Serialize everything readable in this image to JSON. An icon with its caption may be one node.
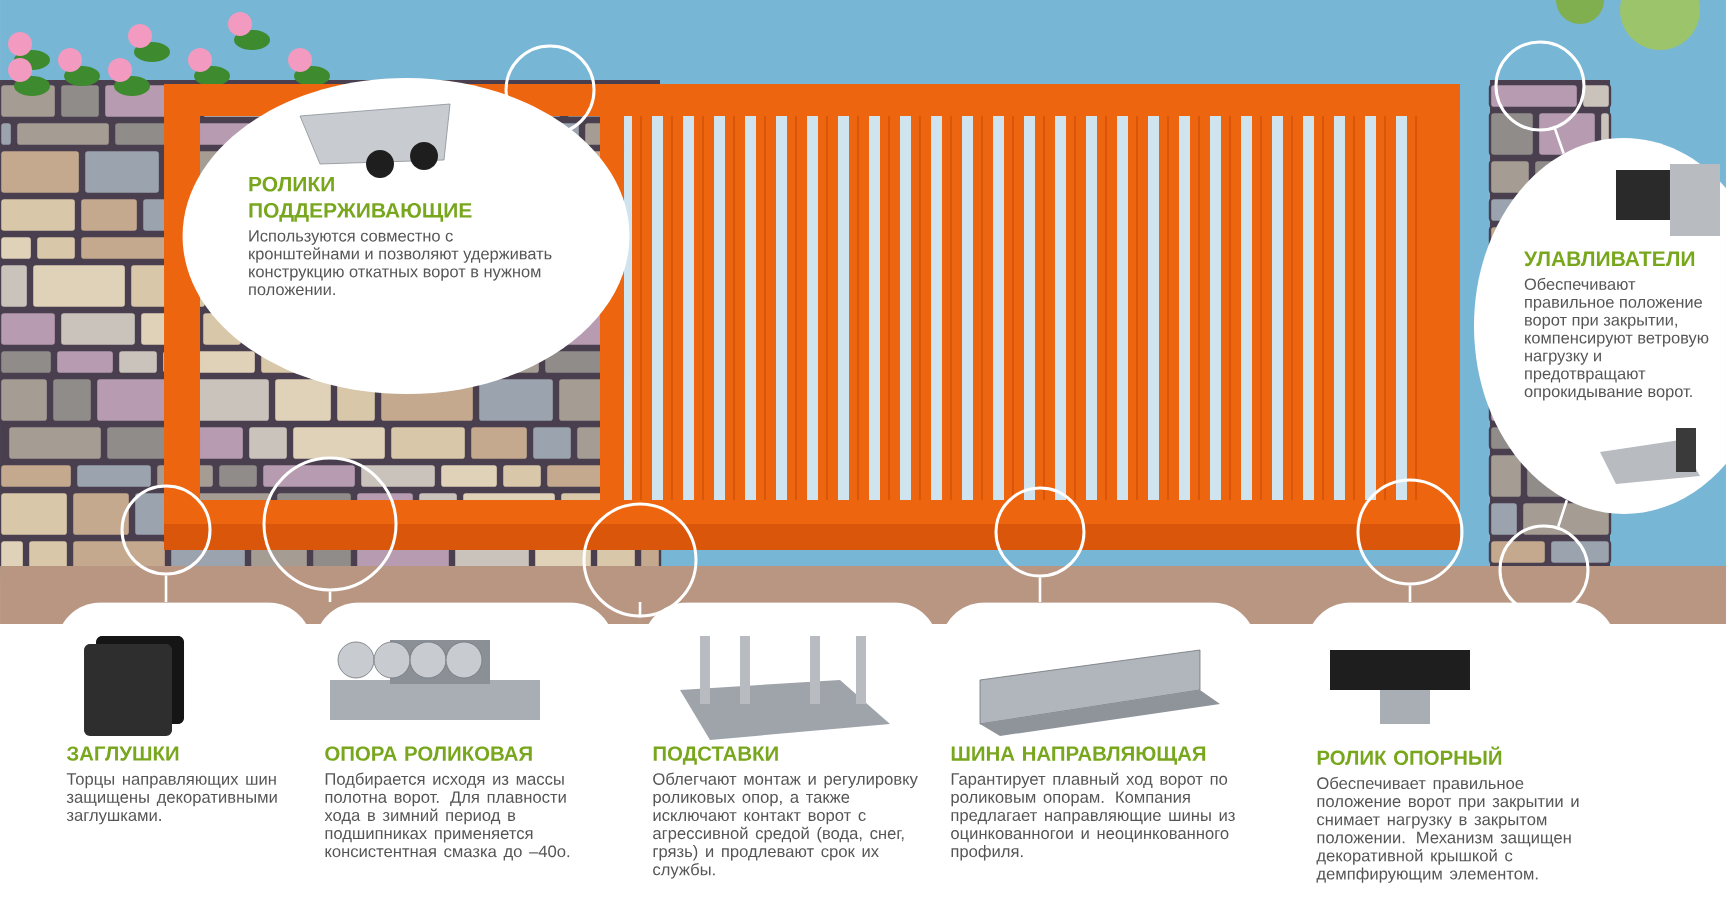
{
  "diagram": {
    "nodes": [
      {
        "text": [
          "РОЛИКИ ПОДДЕРЖИВАЮЩИЕ",
          "Используются совместно с кронштейнами и позволяют удерживать конструкцию откатных ворот в нужном положении."
        ]
      },
      {
        "text": [
          "УЛАВЛИВАТЕЛИ",
          "Обеспечивают правильное положение ворот при закрытии, компенсируют ветровую нагрузку и предотвращают опрокидывание ворот."
        ]
      },
      {
        "text": [
          "ЗАГЛУШКИ",
          "Торцы направляющих шин защищены декоративными заглушками."
        ]
      },
      {
        "text": [
          "ОПОРА РОЛИКОВАЯ",
          "Подбирается исходя из массы полотна ворот. Для плавности хода в зимний период в подшипниках применяется консистентная смазка до –40о."
        ]
      },
      {
        "text": [
          "ПОДСТАВКИ",
          "Облегчают монтаж и регулировку роликовых опор, а также исключают контакт ворот с агрессивной средой (вода, снег, грязь) и продлевают срок их службы."
        ]
      },
      {
        "text": [
          "ШИНА НАПРАВЛЯЮЩАЯ",
          "Гарантирует плавный ход ворот по роликовым опорам. Компания предлагает направляющие шины из оцинкованногои и неоцинкованного профиля."
        ]
      },
      {
        "text": [
          "РОЛИК ОПОРНЫЙ",
          "Обеспечивает правильное положение ворот при закрытии и снимает нагрузку в закрытом положении. Механизм защищен декоративной крышкой с демпфирующим элементом."
        ]
      },
      {
        "text": [],
        "shape": "circle"
      },
      {
        "text": [],
        "shape": "circle"
      },
      {
        "text": [],
        "shape": "circle"
      },
      {
        "text": [],
        "shape": "circle"
      },
      {
        "text": [],
        "shape": "circle"
      },
      {
        "text": [],
        "shape": "circle"
      },
      {
        "text": [],
        "shape": "circle"
      },
      {
        "text": [],
        "shape": "circle"
      }
    ],
    "edges": [
      {
        "from": 8,
        "to": 1,
        "arrow": "none"
      },
      {
        "from": 9,
        "to": 1,
        "arrow": "none"
      },
      {
        "from": 10,
        "to": 2,
        "arrow": "none"
      },
      {
        "from": 11,
        "to": 3,
        "arrow": "none"
      },
      {
        "from": 12,
        "to": 4,
        "arrow": "none"
      },
      {
        "from": 13,
        "to": 5,
        "arrow": "none"
      },
      {
        "from": 14,
        "to": 6,
        "arrow": "none"
      }
    ]
  }
}
